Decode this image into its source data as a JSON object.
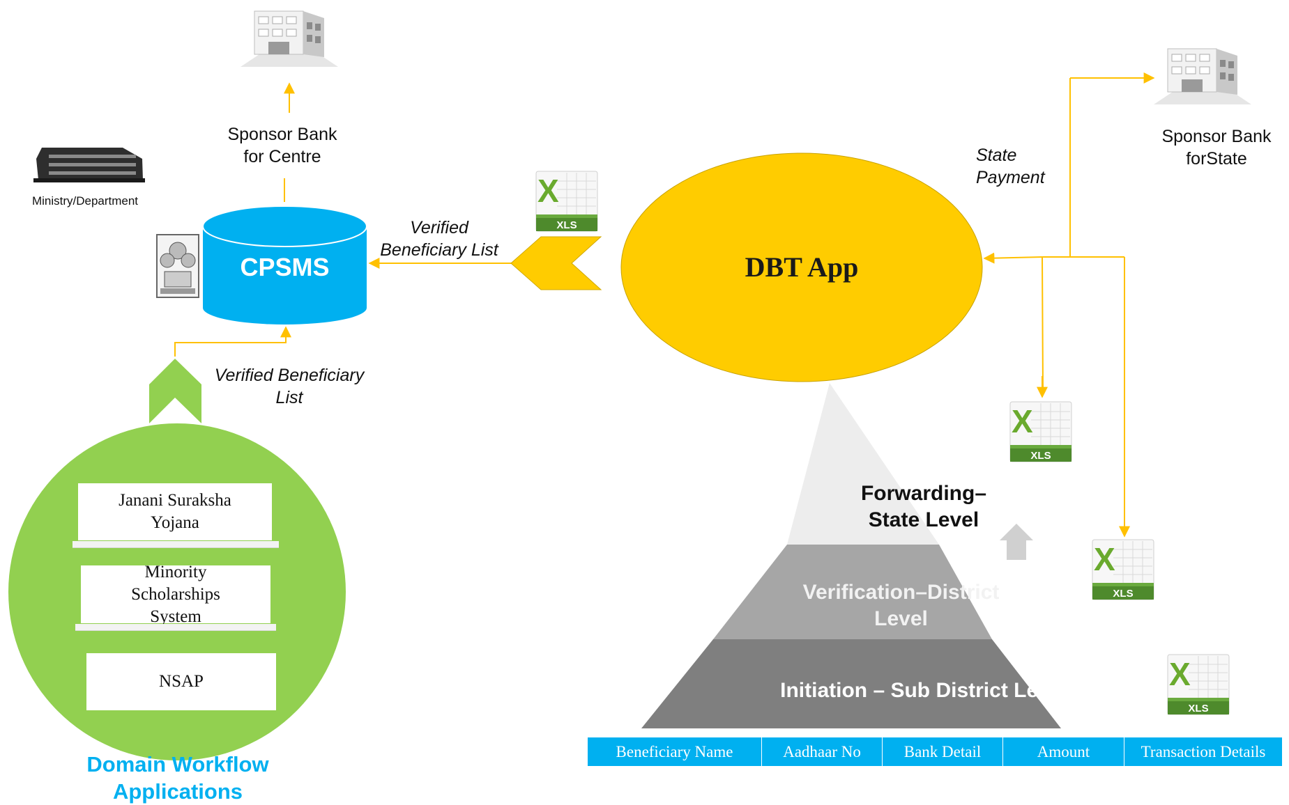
{
  "ministry": {
    "label": "Ministry/Department"
  },
  "sponsor_centre": {
    "line1": "Sponsor Bank",
    "line2": "for Centre"
  },
  "sponsor_state": {
    "line1": "Sponsor Bank",
    "line2": "forState"
  },
  "cpsms": {
    "label": "CPSMS"
  },
  "dbt_app": {
    "label": "DBT App"
  },
  "labels": {
    "verified_top_line1": "Verified",
    "verified_top_line2": "Beneficiary List",
    "verified_left_line1": "Verified Beneficiary",
    "verified_left_line2": "List",
    "state_payment_line1": "State",
    "state_payment_line2": "Payment"
  },
  "domain_apps": {
    "items": [
      {
        "line1": "Janani Suraksha",
        "line2": "Yojana"
      },
      {
        "line1": "Minority",
        "line2": "Scholarships",
        "line3": "System"
      },
      {
        "line1": "NSAP"
      }
    ],
    "title_line1": "Domain Workflow",
    "title_line2": "Applications"
  },
  "pyramid": {
    "top_line1": "Forwarding–",
    "top_line2": "State Level",
    "middle_line1": "Verification–District",
    "middle_line2": "Level",
    "bottom": "Initiation – Sub District Level"
  },
  "table": {
    "columns": [
      "Beneficiary Name",
      "Aadhaar No",
      "Bank Detail",
      "Amount",
      "Transaction Details"
    ]
  },
  "xls_icons": {
    "letter": "X",
    "text": "XLS"
  },
  "colors": {
    "yellow": "#ffcc00",
    "blue": "#00b0f0",
    "green": "#92d050",
    "arrow": "#ffc000",
    "pyramid_top": "#ededed",
    "pyramid_mid": "#a6a6a6",
    "pyramid_bottom": "#7f7f7f"
  }
}
